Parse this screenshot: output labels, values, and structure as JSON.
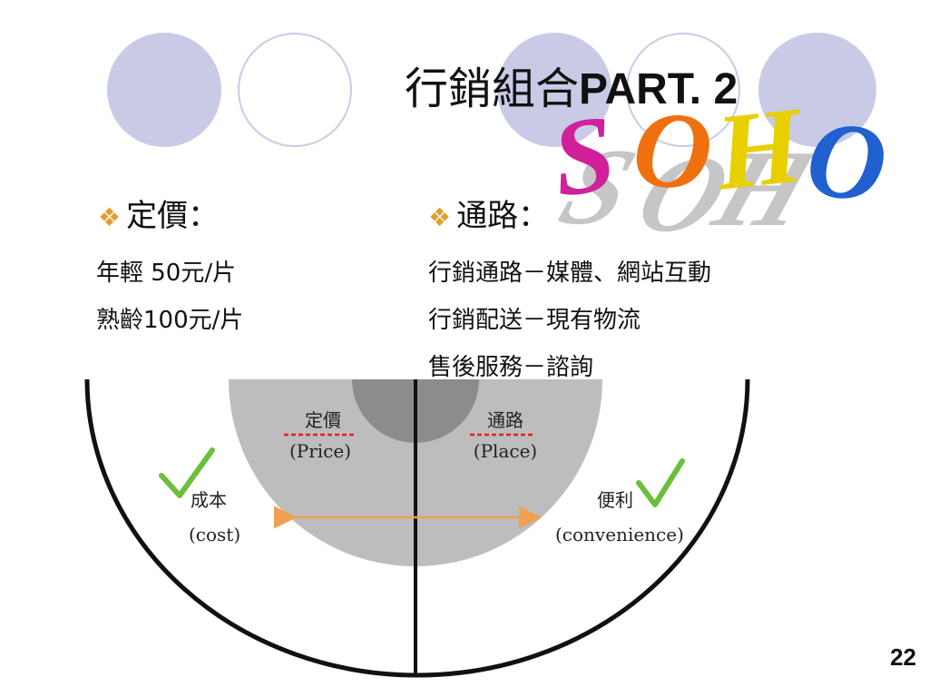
{
  "slide": {
    "title_cn": "行銷組合",
    "title_en": "PART. 2",
    "logo_text": "SOHO",
    "page_number": "22"
  },
  "left": {
    "heading": "定價：",
    "lines": [
      "年輕 50元/片",
      "熟齡100元/片"
    ]
  },
  "right": {
    "heading": "通路：",
    "lines": [
      "行銷通路－媒體、網站互動",
      "行銷配送－現有物流",
      "售後服務－諮詢"
    ]
  },
  "diagram": {
    "price_cn": "定價",
    "price_en": "(Price)",
    "place_cn": "通路",
    "place_en": "(Place)",
    "cost_cn": "成本",
    "cost_en": "(cost)",
    "convenience_cn": "便利",
    "convenience_en": "(convenience)"
  },
  "colors": {
    "deco_circle": "#c9cbe6",
    "bullet": "#e0a030",
    "check": "#6bbf3a",
    "arrow": "#f0a050",
    "underline": "#e02020"
  }
}
